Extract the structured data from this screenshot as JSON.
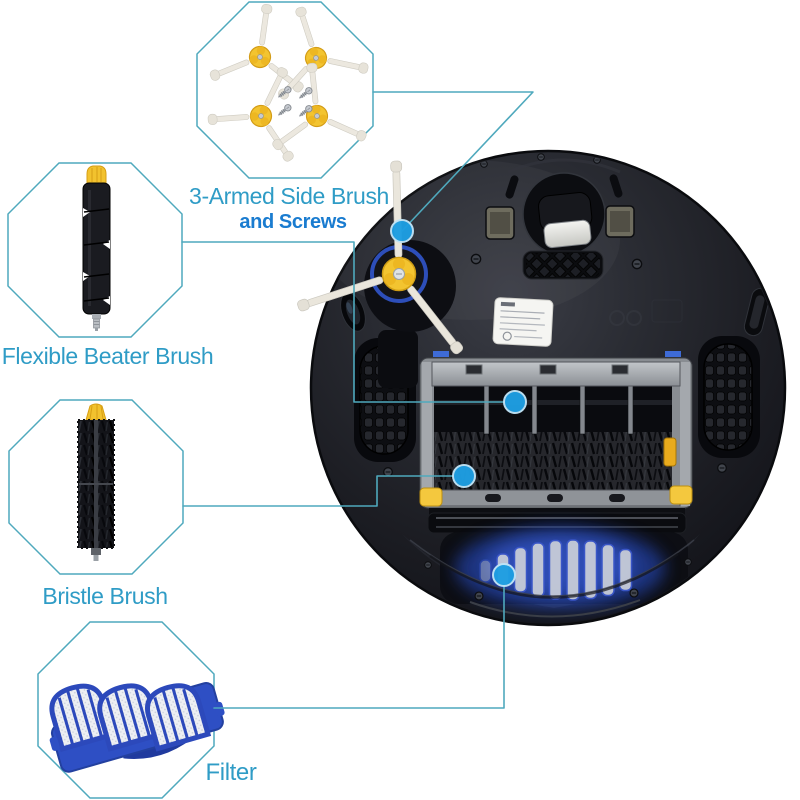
{
  "diagram": {
    "description_visible_parts": "robot vacuum underside with replacement parts callouts",
    "callouts": [
      {
        "id": "side-brush-and-screws",
        "line1": "3-Armed Side Brush",
        "line2": "and Screws"
      },
      {
        "id": "flexible-beater-brush",
        "label": "Flexible Beater Brush"
      },
      {
        "id": "bristle-brush",
        "label": "Bristle Brush"
      },
      {
        "id": "filter",
        "label": "Filter"
      }
    ],
    "thumbnails": {
      "side_brushes_shown": 4,
      "screws_shown": 4
    },
    "colors": {
      "background": "#ffffff",
      "outline_teal": "#4fa9bd",
      "callout_dot_blue": "#1e9ee2",
      "label_teal": "#2f9cc6",
      "label_blue": "#1a7cd0",
      "brush_hub_yellow": "#f3c430",
      "filter_blue": "#2e4fc4",
      "robot_body_dark": "#1d1f26"
    }
  }
}
